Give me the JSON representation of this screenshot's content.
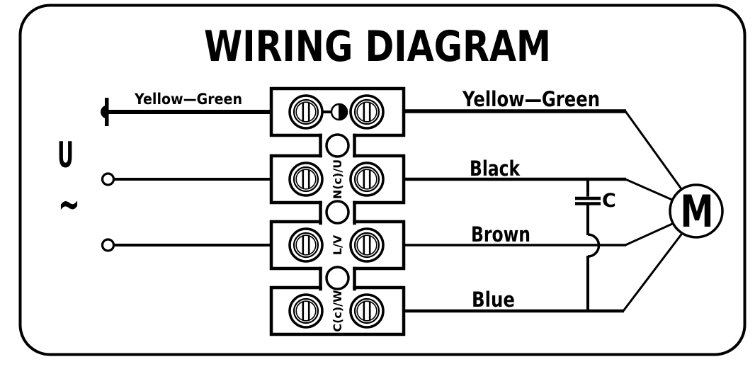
{
  "title": "WIRING DIAGRAM",
  "colors": {
    "ink": "#000000",
    "background": "#ffffff"
  },
  "power_source": {
    "voltage_symbol": "U",
    "ac_symbol": "~",
    "ground_wire_label": "Yellow—Green"
  },
  "terminal_block": {
    "labels": [
      "N(c)/U",
      "L/V",
      "C(c)/W"
    ]
  },
  "motor_wires": [
    {
      "label": "Yellow—Green"
    },
    {
      "label": "Black"
    },
    {
      "label": "Brown"
    },
    {
      "label": "Blue"
    }
  ],
  "capacitor": {
    "label": "C"
  },
  "motor": {
    "label": "M"
  }
}
